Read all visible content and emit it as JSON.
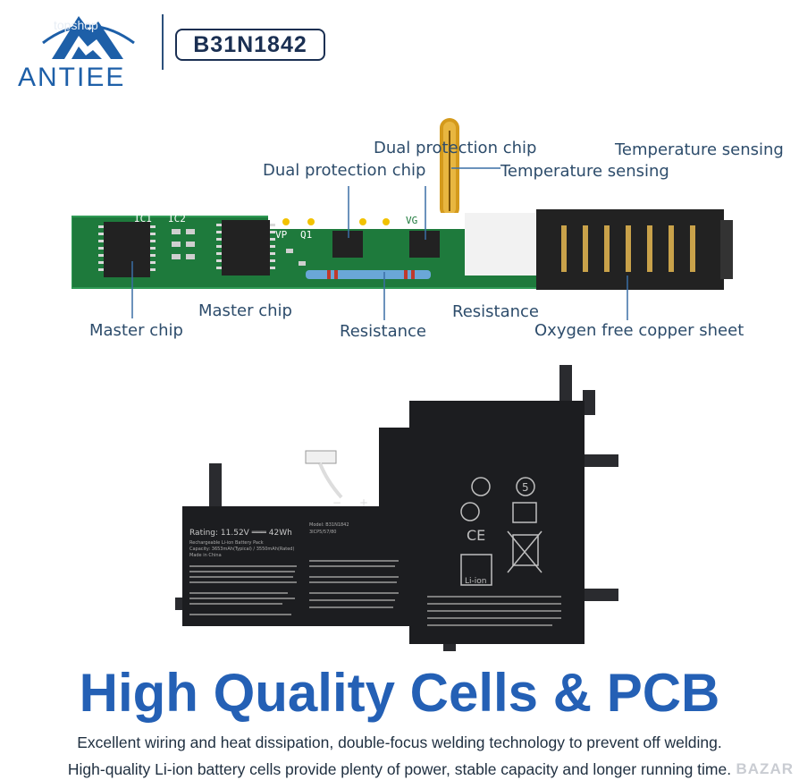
{
  "header": {
    "brand": "ANTIEE",
    "model": "B31N1842",
    "watermark": "topshop"
  },
  "pcb_labels": {
    "dual_protection_chip_top": "Dual protection chip",
    "dual_protection_chip": "Dual protection chip",
    "temperature_sensing_top": "Temperature sensing",
    "temperature_sensing": "Temperature sensing",
    "master_chip_left": "Master chip",
    "master_chip": "Master chip",
    "resistance_left": "Resistance",
    "resistance_right": "Resistance",
    "oxygen_free_copper_sheet": "Oxygen free copper sheet"
  },
  "pcb_print": [
    "IC1",
    "IC2",
    "VP",
    "Q1",
    "VG"
  ],
  "battery_label": {
    "rating": "Rating: 11.52V ═══ 42Wh",
    "type": "Rechargeable Li-ion Battery Pack",
    "capacity": "Capacity: 3653mAh(Typical) / 3550mAh(Rated)",
    "origin": "Made in China",
    "model": "Model: B31N1842",
    "cells": "3ICP5/57/80",
    "li_ion": "Li-ion",
    "five": "5",
    "minus": "−",
    "plus": "+"
  },
  "headline": "High Quality Cells & PCB",
  "description": [
    "Excellent wiring and heat dissipation, double-focus welding technology to prevent off welding.",
    "High-quality Li-ion battery cells provide plenty of power, stable capacity and longer running time."
  ],
  "corner_watermark": "BAZAR",
  "colors": {
    "brand_blue": "#1d5fa8",
    "headline_blue": "#2460b5",
    "pcb_green": "#1e7a3c",
    "battery_black": "#1c1d20"
  }
}
